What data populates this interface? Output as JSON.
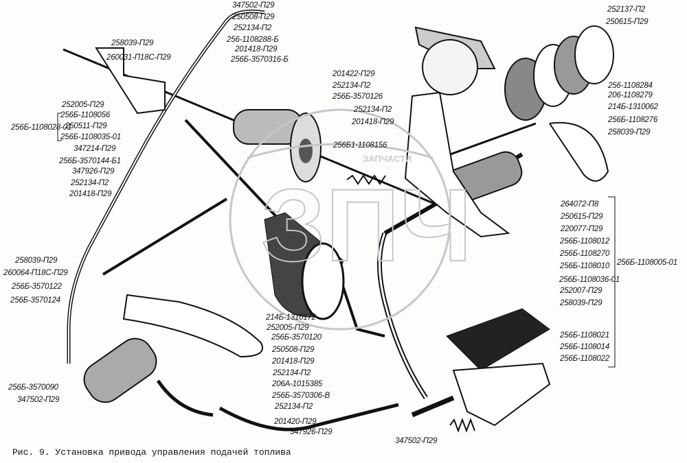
{
  "caption": "Рис. 9. Установка привода управления подачей топлива",
  "watermark": "ЗАПЧАСТИ",
  "colors": {
    "ink": "#111111",
    "watermark": "#c9cdd0",
    "background": "#fdfdfb"
  },
  "labels": {
    "top": [
      "347502-П29",
      "250508-П29",
      "252134-П2",
      "256-1108288-Б",
      "201418-П29",
      "256Б-3570316-Б",
      "201422-П29",
      "252134-П2",
      "256Б-3570126",
      "252134-П2",
      "201418-П29",
      "256Б1-1108156"
    ],
    "right_top": [
      "252137-П2",
      "250615-П29",
      "256-1108284",
      "206-1108279",
      "214Б-1310062",
      "256Б-1108276",
      "258039-П29"
    ],
    "right_group": [
      "264072-П8",
      "250615-П29",
      "220077-П29",
      "256Б-1108012",
      "256Б-1108270",
      "256Б-1108010",
      "256Б-1108036-01",
      "252007-П29",
      "258039-П29",
      "256Б-1108021",
      "256Б-1108014",
      "256Б-1108022"
    ],
    "right_group_assembly": "256Б-1108005-01",
    "left_top": [
      "258039-П29",
      "260031-П18С-П29",
      "252005-П29",
      "256Б-1108056",
      "250511-П29",
      "256Б-1108035-01",
      "347214-П29",
      "256Б-3570144-Б1",
      "347926-П29",
      "252134-П2",
      "201418-П29"
    ],
    "left_top_assembly": "256Б-1108028-01",
    "left_bottom": [
      "258039-П29",
      "260064-П18С-П29",
      "256Б-3570122",
      "256Б-3570124",
      "256Б-3570090",
      "347502-П29"
    ],
    "bottom": [
      "214Б-1310172",
      "252005-П29",
      "256Б-3570120",
      "250508-П29",
      "201418-П29",
      "252134-П2",
      "206А-1015385",
      "256Б-3570306-В",
      "252134-П2",
      "201420-П29",
      "347926-П29",
      "347502-П29"
    ]
  }
}
